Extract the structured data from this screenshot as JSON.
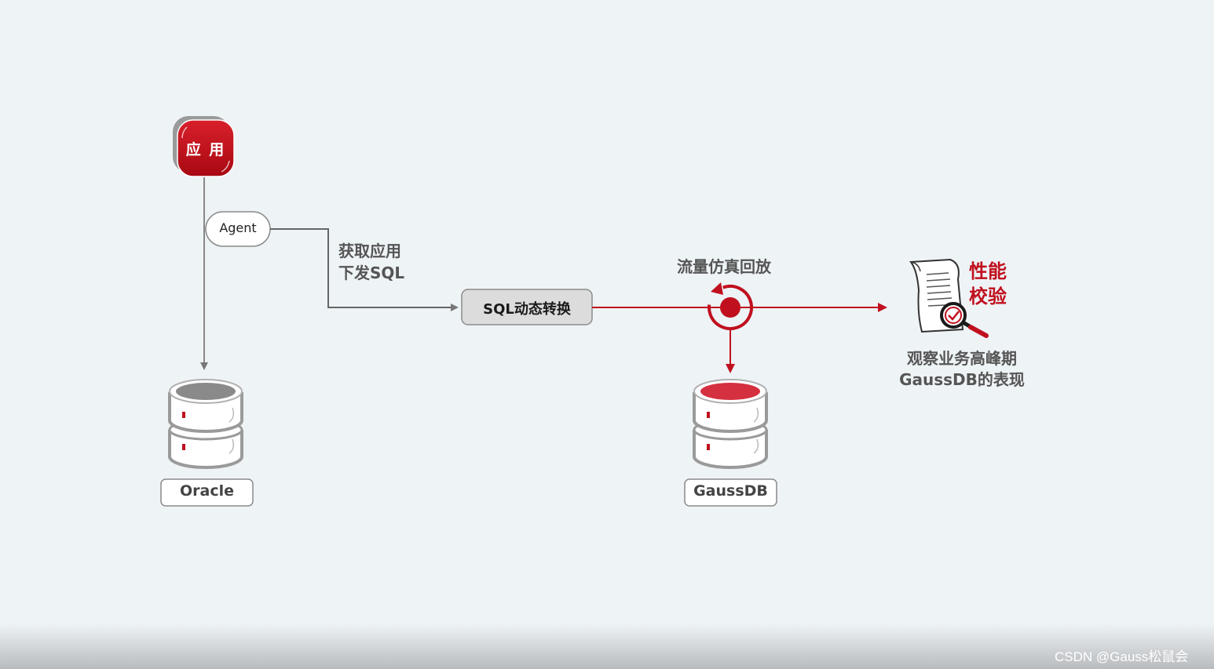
{
  "app_label": "应 用",
  "agent_label": "Agent",
  "fetch_label_line1": "获取应用",
  "fetch_label_line2": "下发SQL",
  "conversion_label": "SQL动态转换",
  "replay_label": "流量仿真回放",
  "verify_label_line1": "性能",
  "verify_label_line2": "校验",
  "observe_label_line1": "观察业务高峰期",
  "observe_label_line2": "GaussDB的表现",
  "oracle_label": "Oracle",
  "gaussdb_label": "GaussDB",
  "watermark": "CSDN @Gauss松鼠会",
  "colors": {
    "accent_red": "#c0101e",
    "gray_line": "#666666",
    "background": "#eef3f6"
  }
}
